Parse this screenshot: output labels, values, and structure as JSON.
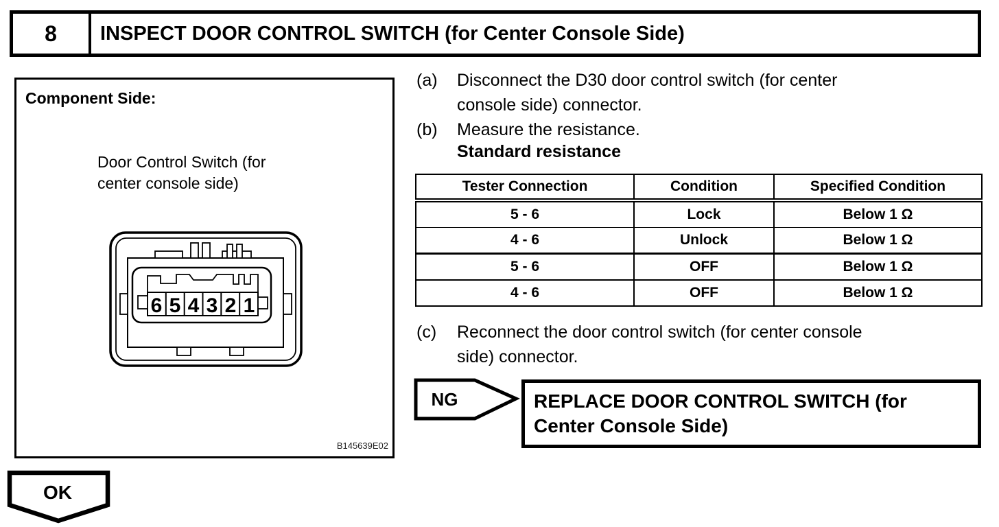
{
  "header": {
    "step_number": "8",
    "title": "INSPECT DOOR CONTROL SWITCH (for Center Console Side)"
  },
  "component_panel": {
    "heading": "Component Side:",
    "part_label_lines": [
      "Door Control Switch (for",
      "center console side)"
    ],
    "figure_id": "B145639E02",
    "connector_pins": [
      "6",
      "5",
      "4",
      "3",
      "2",
      "1"
    ]
  },
  "procedure": {
    "steps": [
      {
        "label": "(a)",
        "lines": [
          "Disconnect the D30 door control switch (for center",
          "console side) connector."
        ]
      },
      {
        "label": "(b)",
        "lines": [
          "Measure the resistance."
        ]
      },
      {
        "label": "(c)",
        "lines": [
          "Reconnect the door control switch (for center console",
          "side) connector."
        ]
      }
    ],
    "resistance_heading": "Standard resistance"
  },
  "resistance_table": {
    "headers": [
      "Tester Connection",
      "Condition",
      "Specified Condition"
    ],
    "rows": [
      [
        "5 - 6",
        "Lock",
        "Below 1 Ω"
      ],
      [
        "4 - 6",
        "Unlock",
        "Below 1 Ω"
      ],
      [
        "5 - 6",
        "OFF",
        "Below 1 Ω"
      ],
      [
        "4 - 6",
        "OFF",
        "Below 1 Ω"
      ]
    ]
  },
  "result_ng": {
    "label": "NG",
    "action_lines": [
      "REPLACE DOOR CONTROL SWITCH (for",
      "Center Console Side)"
    ]
  },
  "result_ok": {
    "label": "OK"
  },
  "colors": {
    "ink": "#000000",
    "paper": "#ffffff"
  }
}
